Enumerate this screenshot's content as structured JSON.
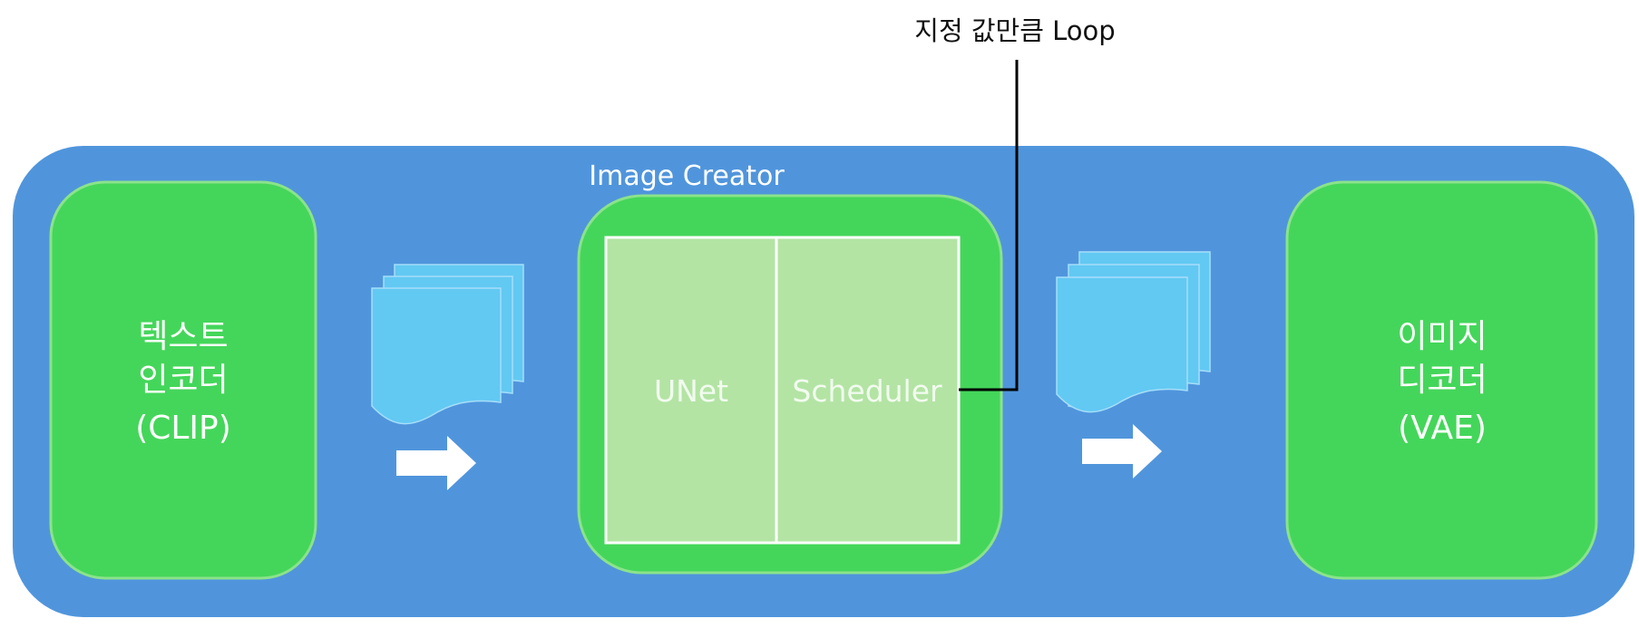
{
  "callout": {
    "label": "지정 값만큼 Loop"
  },
  "text_encoder": {
    "line1": "텍스트",
    "line2": "인코더",
    "line3": "(CLIP)"
  },
  "image_creator": {
    "title": "Image Creator",
    "unet_label": "UNet",
    "scheduler_label": "Scheduler"
  },
  "image_decoder": {
    "line1": "이미지",
    "line2": "디코더",
    "line3": "(VAE)"
  },
  "colors": {
    "container_blue": "#5095dc",
    "block_green": "#44d65a",
    "block_border": "#8be38a",
    "inner_panel": "#b3e4a4",
    "document_blue": "#62c9f2",
    "arrow_white": "#ffffff",
    "callout_line": "#000000"
  }
}
